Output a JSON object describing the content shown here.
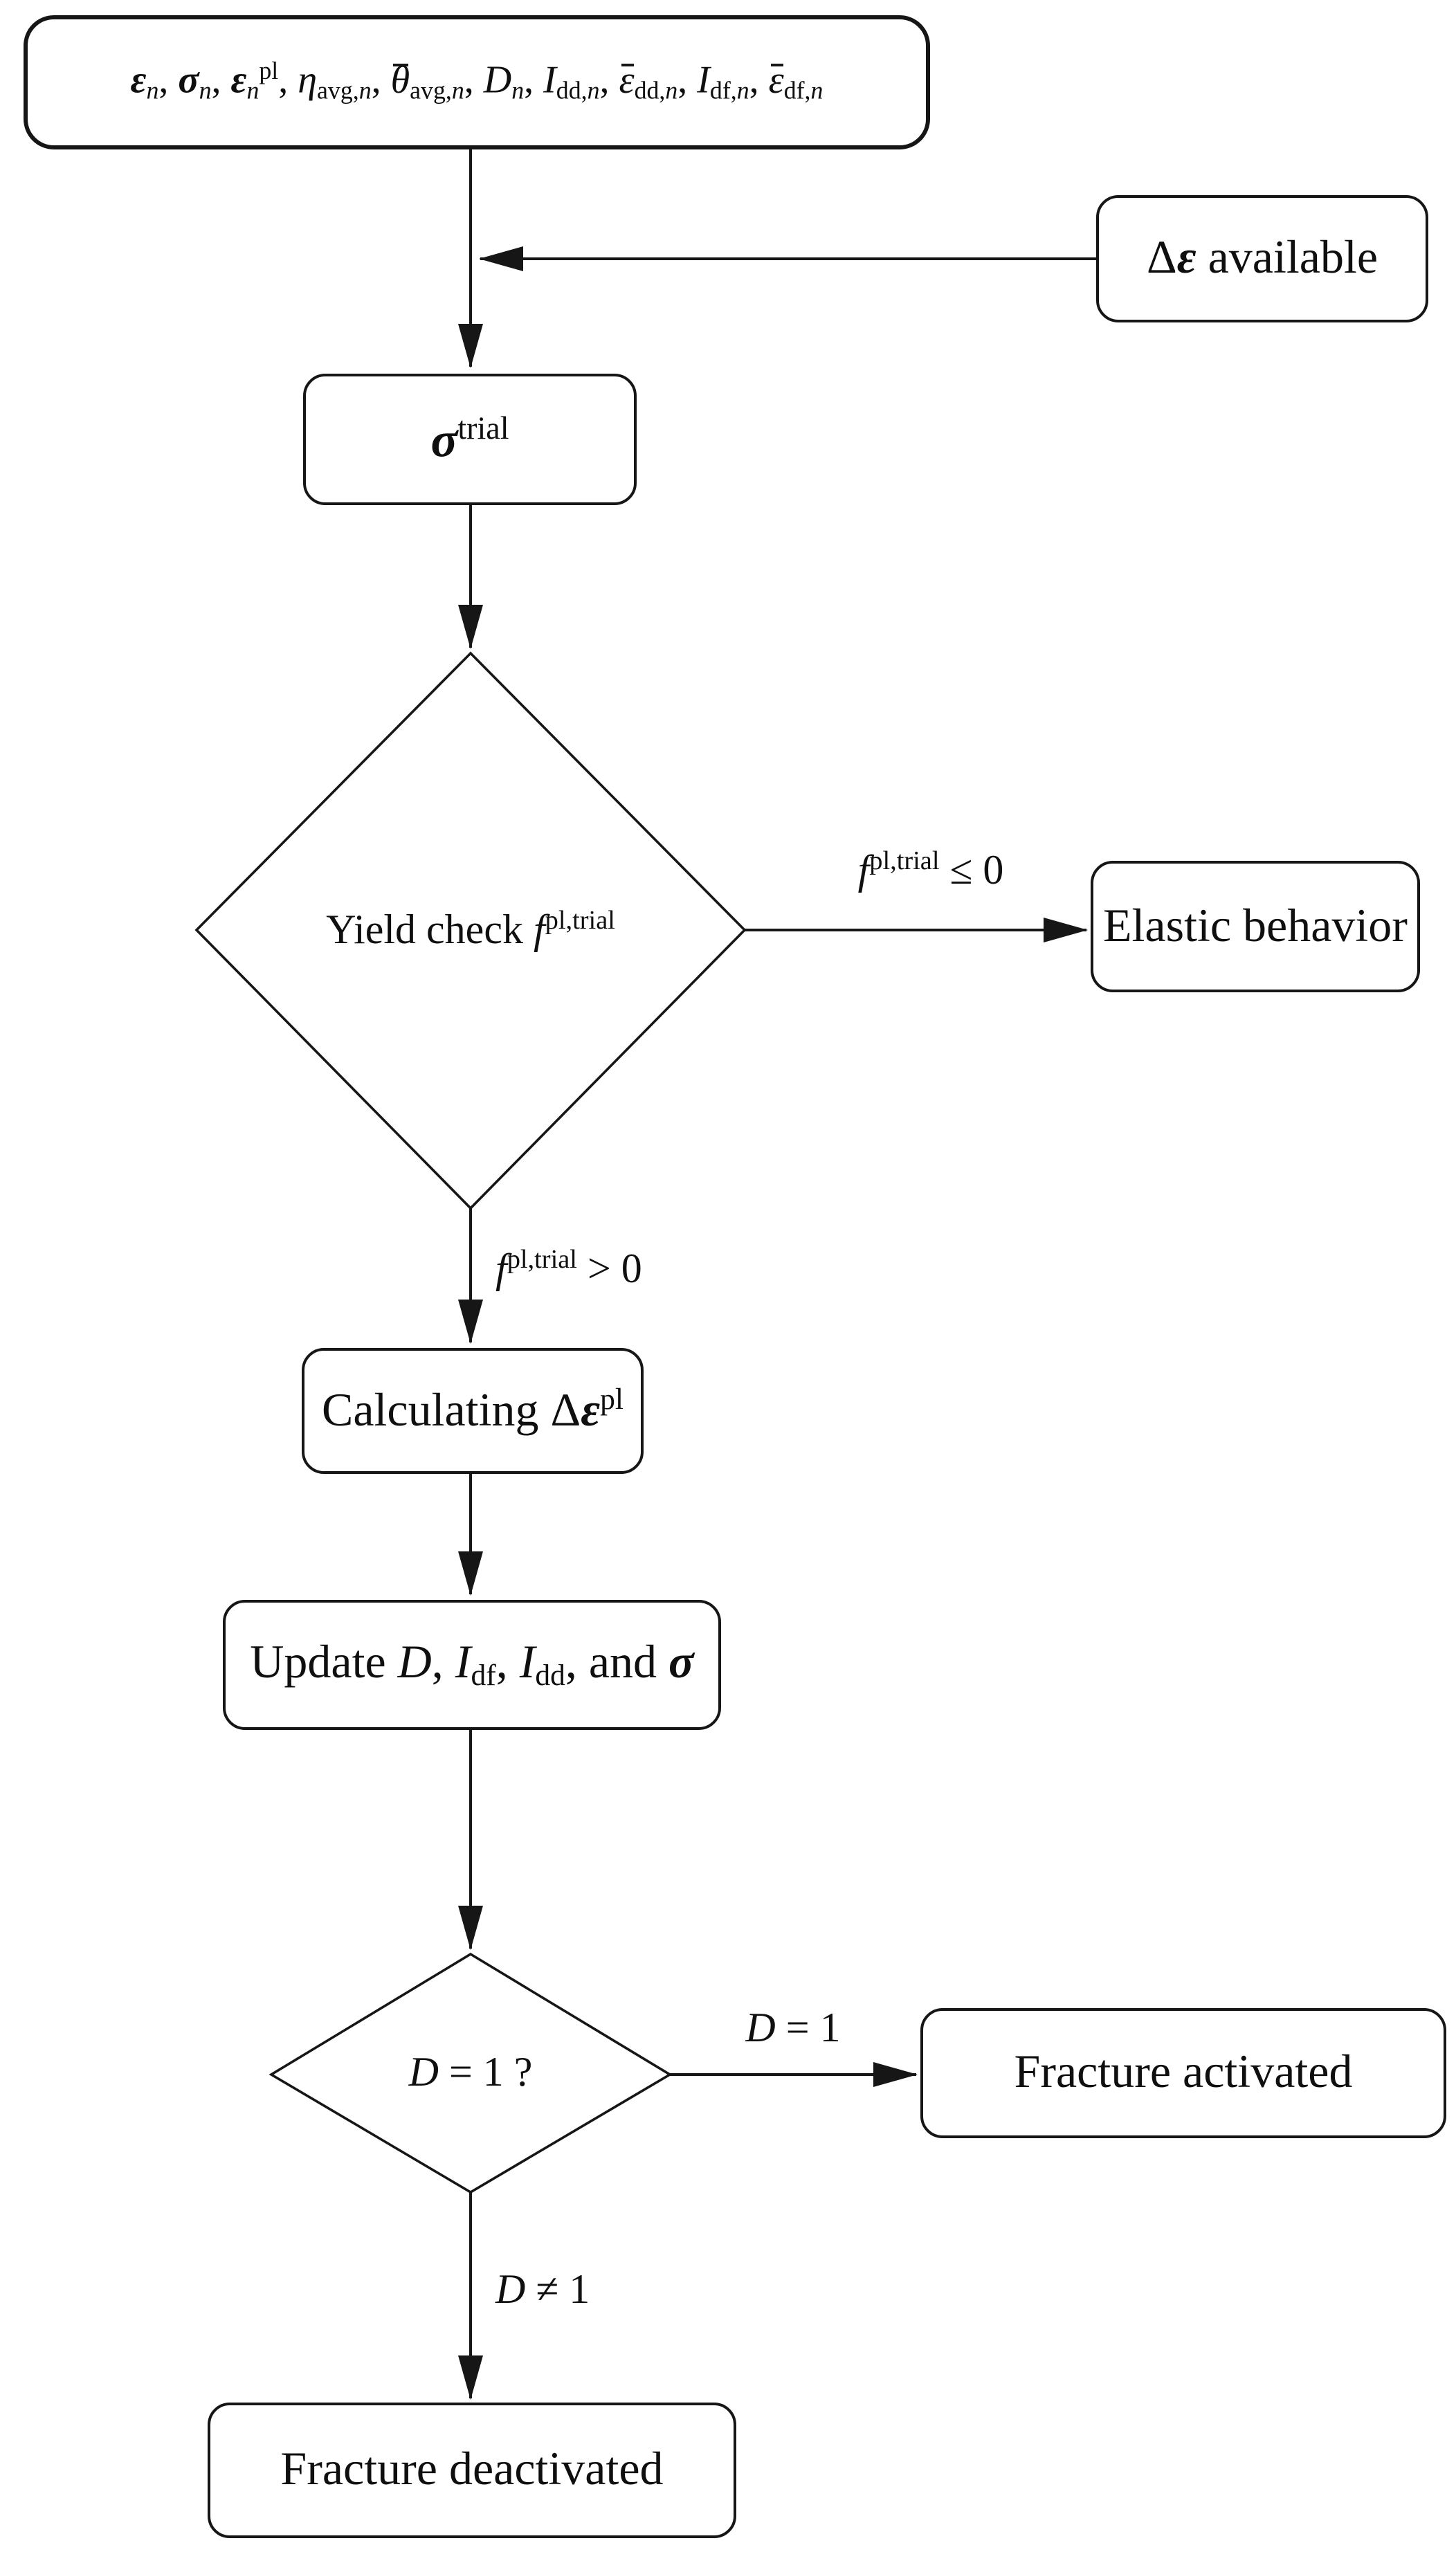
{
  "figure": {
    "type": "flowchart",
    "background_color": "#ffffff",
    "stroke_color": "#161616",
    "text_color": "#0f0f0f"
  },
  "nodes": {
    "initial_state": {
      "shape": "rounded-rect",
      "label": [
        {
          "t": "ε",
          "s": "bi"
        },
        {
          "t": "n",
          "s": "subi"
        },
        {
          "t": ", ",
          "s": "n"
        },
        {
          "t": "σ",
          "s": "bi"
        },
        {
          "t": "n",
          "s": "subi"
        },
        {
          "t": ", ",
          "s": "n"
        },
        {
          "t": "ε",
          "s": "bi"
        },
        {
          "t": "n",
          "s": "subi"
        },
        {
          "t": "pl",
          "s": "sup"
        },
        {
          "t": ", ",
          "s": "n"
        },
        {
          "t": "η",
          "s": "i"
        },
        {
          "t": "avg,",
          "s": "sub"
        },
        {
          "t": "n",
          "s": "subi"
        },
        {
          "t": ", ",
          "s": "n"
        },
        {
          "t": "θ",
          "s": "bar"
        },
        {
          "t": "avg,",
          "s": "sub"
        },
        {
          "t": "n",
          "s": "subi"
        },
        {
          "t": ", ",
          "s": "n"
        },
        {
          "t": "D",
          "s": "i"
        },
        {
          "t": "n",
          "s": "subi"
        },
        {
          "t": ", ",
          "s": "n"
        },
        {
          "t": "I",
          "s": "i"
        },
        {
          "t": "dd,",
          "s": "sub"
        },
        {
          "t": "n",
          "s": "subi"
        },
        {
          "t": ", ",
          "s": "n"
        },
        {
          "t": "ε",
          "s": "bar"
        },
        {
          "t": "dd,",
          "s": "sub"
        },
        {
          "t": "n",
          "s": "subi"
        },
        {
          "t": ", ",
          "s": "n"
        },
        {
          "t": "I",
          "s": "i"
        },
        {
          "t": "df,",
          "s": "sub"
        },
        {
          "t": "n",
          "s": "subi"
        },
        {
          "t": ", ",
          "s": "n"
        },
        {
          "t": "ε",
          "s": "bar"
        },
        {
          "t": "df,",
          "s": "sub"
        },
        {
          "t": "n",
          "s": "subi"
        }
      ]
    },
    "delta_strain_available": {
      "shape": "rounded-rect",
      "label": [
        {
          "t": "Δ",
          "s": "n"
        },
        {
          "t": "ε",
          "s": "bi"
        },
        {
          "t": " available",
          "s": "n"
        }
      ]
    },
    "sigma_trial": {
      "shape": "rounded-rect",
      "label": [
        {
          "t": "σ",
          "s": "bi"
        },
        {
          "t": "trial",
          "s": "sup"
        }
      ]
    },
    "yield_check": {
      "shape": "diamond",
      "label": [
        {
          "t": "Yield check ",
          "s": "n"
        },
        {
          "t": "f",
          "s": "i"
        },
        {
          "t": "pl,trial",
          "s": "sup"
        }
      ]
    },
    "elastic_behavior": {
      "shape": "rounded-rect",
      "label": [
        {
          "t": "Elastic behavior",
          "s": "n"
        }
      ]
    },
    "calculating_delta_eps_pl": {
      "shape": "rounded-rect",
      "label": [
        {
          "t": "Calculating Δ",
          "s": "n"
        },
        {
          "t": "ε",
          "s": "bi"
        },
        {
          "t": "pl",
          "s": "sup"
        }
      ]
    },
    "update_variables": {
      "shape": "rounded-rect",
      "label": [
        {
          "t": "Update ",
          "s": "n"
        },
        {
          "t": "D",
          "s": "i"
        },
        {
          "t": ", ",
          "s": "n"
        },
        {
          "t": "I",
          "s": "i"
        },
        {
          "t": "df",
          "s": "sub"
        },
        {
          "t": ", ",
          "s": "n"
        },
        {
          "t": "I",
          "s": "i"
        },
        {
          "t": "dd",
          "s": "sub"
        },
        {
          "t": ", and ",
          "s": "n"
        },
        {
          "t": "σ",
          "s": "bi"
        }
      ]
    },
    "damage_check": {
      "shape": "diamond",
      "label": [
        {
          "t": "D",
          "s": "i"
        },
        {
          "t": " = 1 ?",
          "s": "n"
        }
      ]
    },
    "fracture_activated": {
      "shape": "rounded-rect",
      "label": [
        {
          "t": "Fracture activated",
          "s": "n"
        }
      ]
    },
    "fracture_deactivated": {
      "shape": "rounded-rect",
      "label": [
        {
          "t": "Fracture deactivated",
          "s": "n"
        }
      ]
    }
  },
  "edge_labels": {
    "yield_le_zero": [
      {
        "t": "f",
        "s": "i"
      },
      {
        "t": "pl,trial",
        "s": "sup"
      },
      {
        "t": " ≤ 0",
        "s": "n"
      }
    ],
    "yield_gt_zero": [
      {
        "t": "f",
        "s": "i"
      },
      {
        "t": "pl,trial",
        "s": "sup"
      },
      {
        "t": " > 0",
        "s": "n"
      }
    ],
    "d_equals_one": [
      {
        "t": "D",
        "s": "i"
      },
      {
        "t": " = 1",
        "s": "n"
      }
    ],
    "d_not_equal_one": [
      {
        "t": "D",
        "s": "i"
      },
      {
        "t": " ≠ 1",
        "s": "n"
      }
    ]
  }
}
